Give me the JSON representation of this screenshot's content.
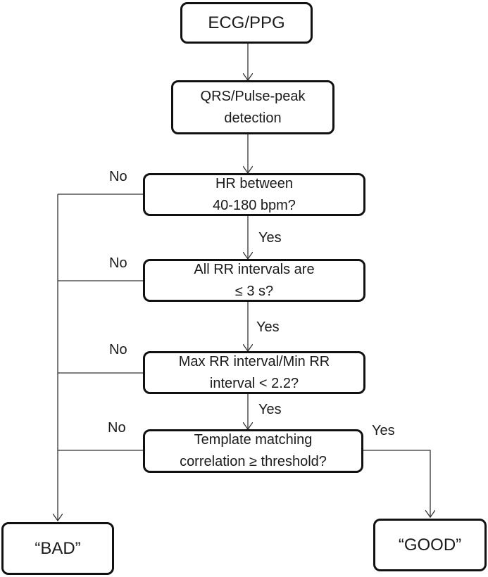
{
  "nodes": {
    "start": {
      "text": "ECG/PPG"
    },
    "detect": {
      "line1": "QRS/Pulse-peak",
      "line2": "detection"
    },
    "hr_check": {
      "line1": "HR between",
      "line2": "40-180 bpm?"
    },
    "rr_check": {
      "line1": "All RR intervals are",
      "line2": "≤ 3 s?"
    },
    "ratio_check": {
      "line1": "Max RR interval/Min RR",
      "line2": "interval < 2.2?"
    },
    "template_check": {
      "line1": "Template matching",
      "line2": "correlation ≥ threshold?"
    },
    "bad": {
      "text": "“BAD”"
    },
    "good": {
      "text": "“GOOD”"
    }
  },
  "edge_labels": {
    "hr_yes": "Yes",
    "hr_no": "No",
    "rr_yes": "Yes",
    "rr_no": "No",
    "ratio_yes": "Yes",
    "ratio_no": "No",
    "template_yes": "Yes",
    "template_no": "No"
  }
}
